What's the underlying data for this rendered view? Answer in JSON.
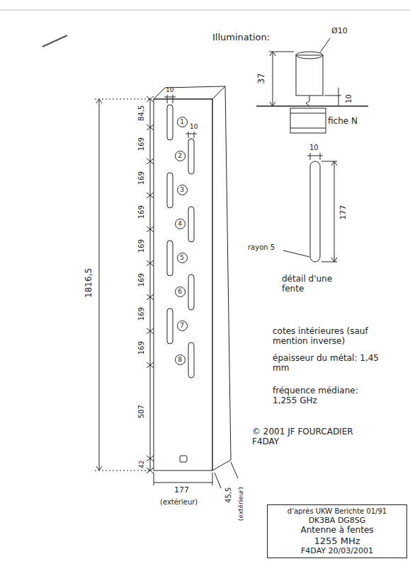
{
  "diagram": {
    "nodes": [
      {
        "text": [
          "1"
        ]
      },
      {
        "text": [
          "2"
        ]
      },
      {
        "text": [
          "3"
        ]
      },
      {
        "text": [
          "4"
        ]
      },
      {
        "text": [
          "5"
        ]
      },
      {
        "text": [
          "6"
        ]
      },
      {
        "text": [
          "7"
        ]
      },
      {
        "text": [
          "8"
        ]
      },
      {
        "text": [
          "d'après UKW Berichte 01/91",
          "DK3BA DG8SG",
          "Antenne à fentes",
          "1255 MHz",
          "F4DAY 20/03/2001"
        ]
      }
    ],
    "labels": [
      "Illumination:",
      "Ø10",
      "37",
      "10",
      "fiche N",
      "10",
      "177",
      "rayon 5",
      "détail d'une fente",
      "cotes intérieures (sauf mention inverse)",
      "épaisseur du métal: 1,45 mm",
      "fréquence médiane: 1,255 GHz",
      "© 2001 JF FOURCADIER F4DAY",
      "1816,5",
      "84,5",
      "10",
      "10",
      "169",
      "169",
      "169",
      "169",
      "169",
      "169",
      "169",
      "507",
      "42",
      "177",
      "(extérieur)",
      "45,5",
      "(extérieur)"
    ]
  }
}
